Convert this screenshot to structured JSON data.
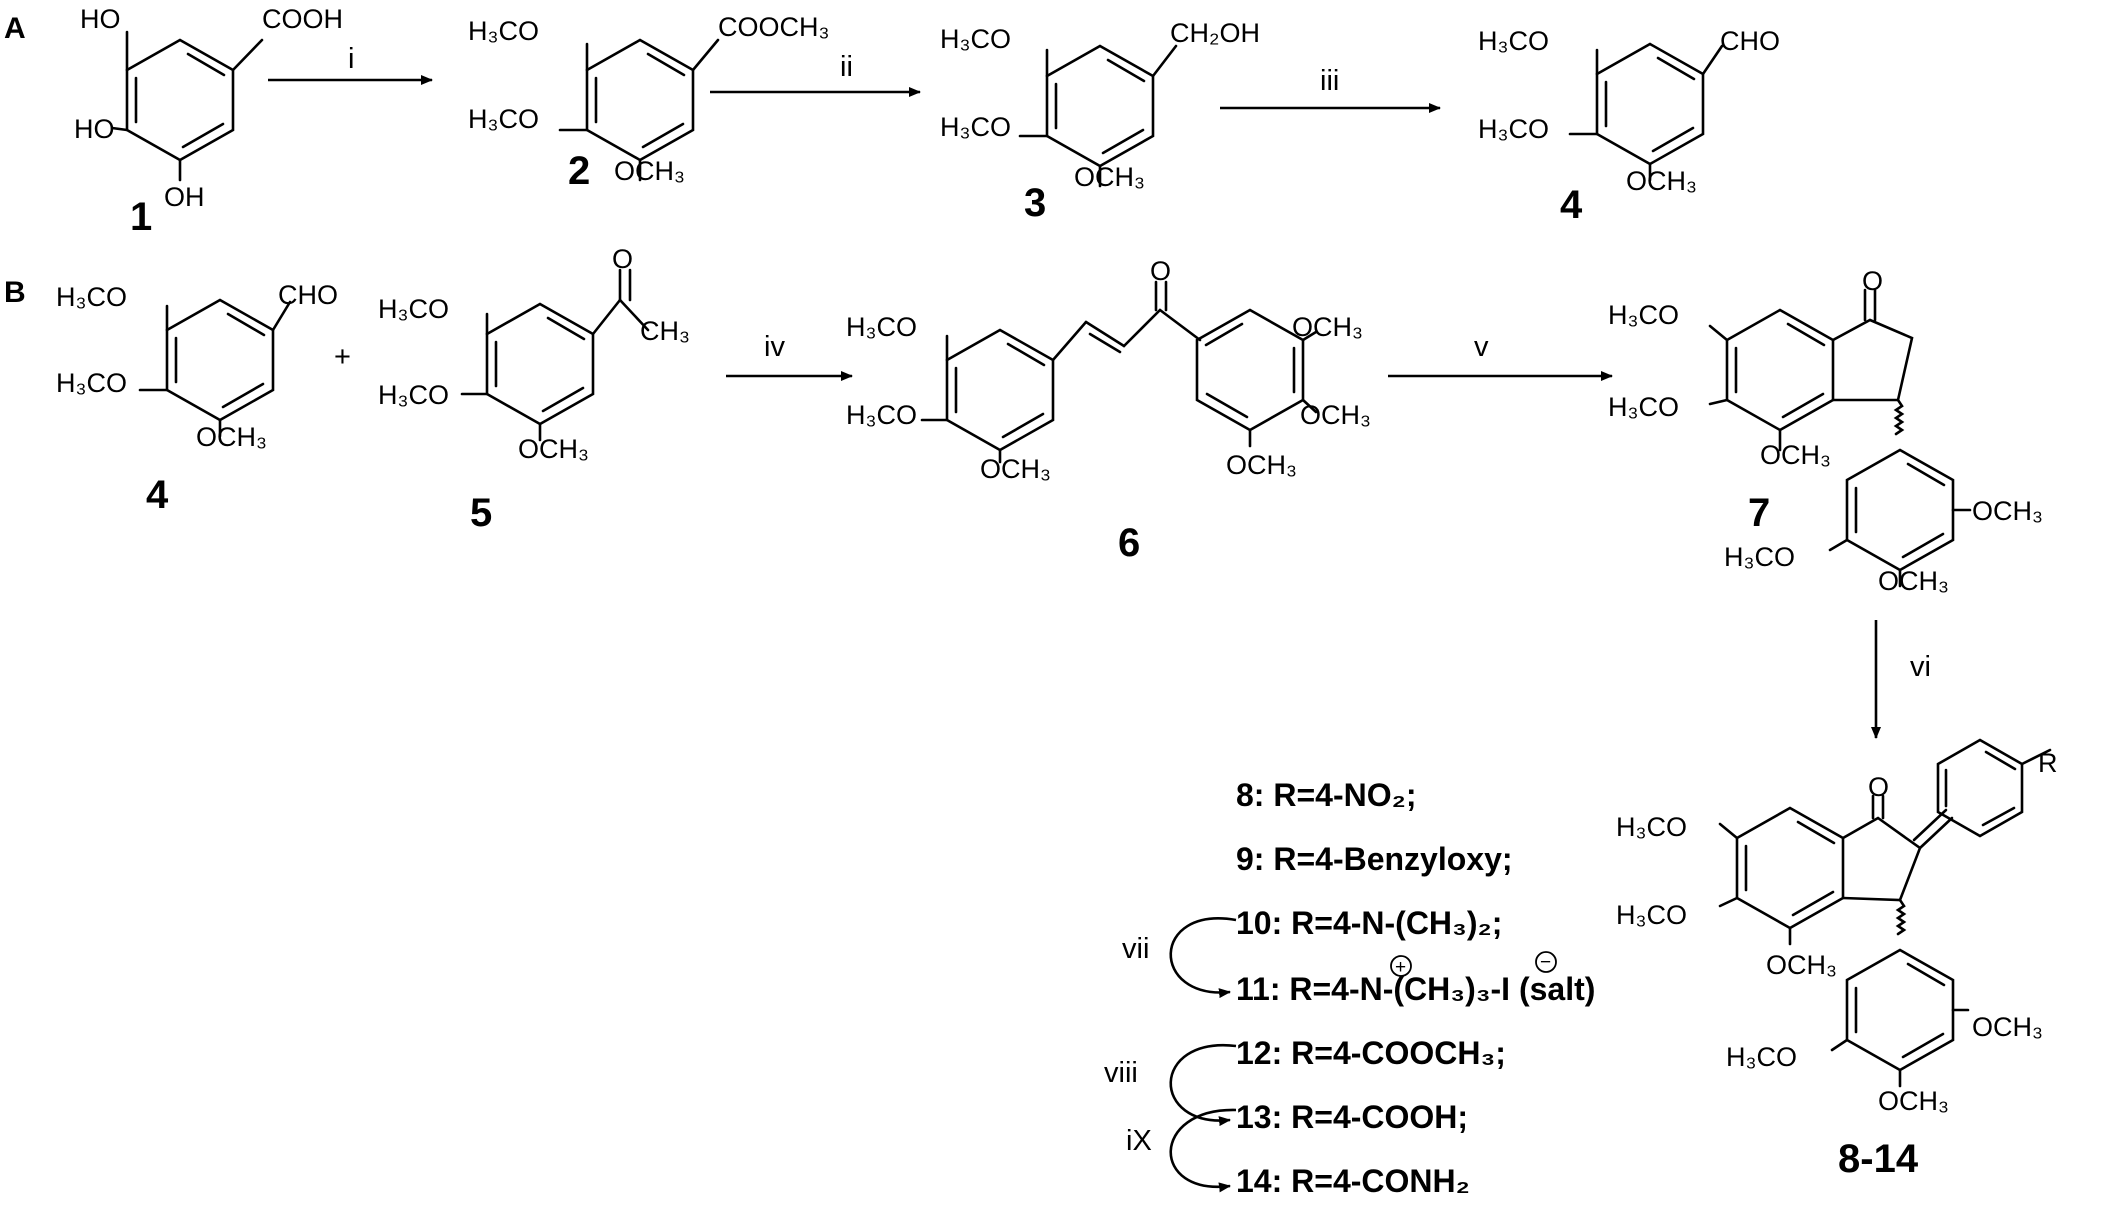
{
  "sections": {
    "A": "A",
    "B": "B"
  },
  "compounds": {
    "c1": {
      "id": "1",
      "ho_top": "HO",
      "ho_mid": "HO",
      "oh_bot": "OH",
      "cooh": "COOH"
    },
    "c2": {
      "id": "2",
      "h3co_a": "H₃CO",
      "h3co_b": "H₃CO",
      "och3": "OCH₃",
      "ester": "COOCH₃"
    },
    "c3": {
      "id": "3",
      "h3co_a": "H₃CO",
      "h3co_b": "H₃CO",
      "och3": "OCH₃",
      "ch2oh": "CH₂OH"
    },
    "c4": {
      "id": "4",
      "h3co_a": "H₃CO",
      "h3co_b": "H₃CO",
      "och3": "OCH₃",
      "cho": "CHO"
    },
    "c4b": {
      "id": "4",
      "h3co_a": "H₃CO",
      "h3co_b": "H₃CO",
      "och3": "OCH₃",
      "cho": "CHO"
    },
    "c5": {
      "id": "5",
      "h3co_a": "H₃CO",
      "h3co_b": "H₃CO",
      "och3": "OCH₃",
      "o": "O",
      "ch3": "CH₃"
    },
    "c6": {
      "id": "6",
      "h3co_a": "H₃CO",
      "h3co_b": "H₃CO",
      "och3_l": "OCH₃",
      "o": "O",
      "och3_r1": "OCH₃",
      "och3_r2": "OCH₃",
      "och3_r3": "OCH₃"
    },
    "c7": {
      "id": "7",
      "o": "O",
      "h3co_a": "H₃CO",
      "h3co_b": "H₃CO",
      "och3_c": "OCH₃",
      "och3_d": "OCH₃",
      "h3co_e": "H₃CO",
      "och3_f": "OCH₃"
    },
    "c814": {
      "id": "8-14",
      "o": "O",
      "r": "R",
      "h3co_a": "H₃CO",
      "h3co_b": "H₃CO",
      "och3_c": "OCH₃",
      "och3_d": "OCH₃",
      "h3co_e": "H₃CO",
      "och3_f": "OCH₃"
    }
  },
  "steps": {
    "i": "i",
    "ii": "ii",
    "iii": "iii",
    "plus": "+",
    "iv": "iv",
    "v": "v",
    "vi": "vi",
    "vii": "vii",
    "viii": "viii",
    "ix": "iX"
  },
  "entries": [
    "8: R=4-NO₂;",
    "9: R=4-Benzyloxy;",
    "10: R=4-N-(CH₃)₂;",
    "11: R=4-N-(CH₃)₃-I (salt)",
    "12: R=4-COOCH₃;",
    "13: R=4-COOH;",
    "14: R=4-CONH₂"
  ],
  "charges": {
    "plus": "+",
    "minus": "−"
  }
}
